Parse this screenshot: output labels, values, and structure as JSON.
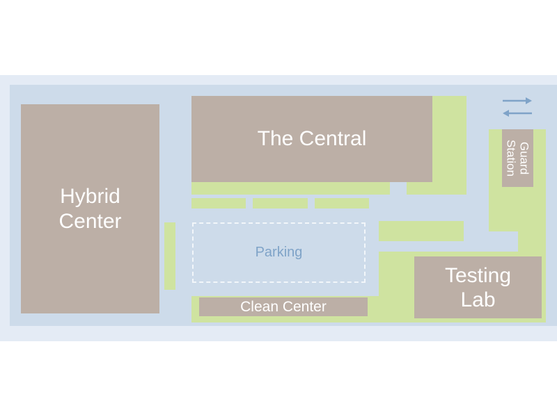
{
  "map": {
    "buildings": {
      "hybrid_center": "Hybrid\nCenter",
      "the_central": "The Central",
      "testing_lab": "Testing\nLab",
      "clean_center": "Clean Center",
      "guard_station": "Guard\nStation"
    },
    "parking": "Parking",
    "colors": {
      "outer_frame": "#e4ebf5",
      "road": "#cddbea",
      "greenery": "#cfe3a0",
      "building": "#bcafa6",
      "parking_text": "#7fa3c8",
      "arrow": "#7fa3c8"
    },
    "icons": [
      "two-way-traffic-arrows-icon"
    ]
  }
}
